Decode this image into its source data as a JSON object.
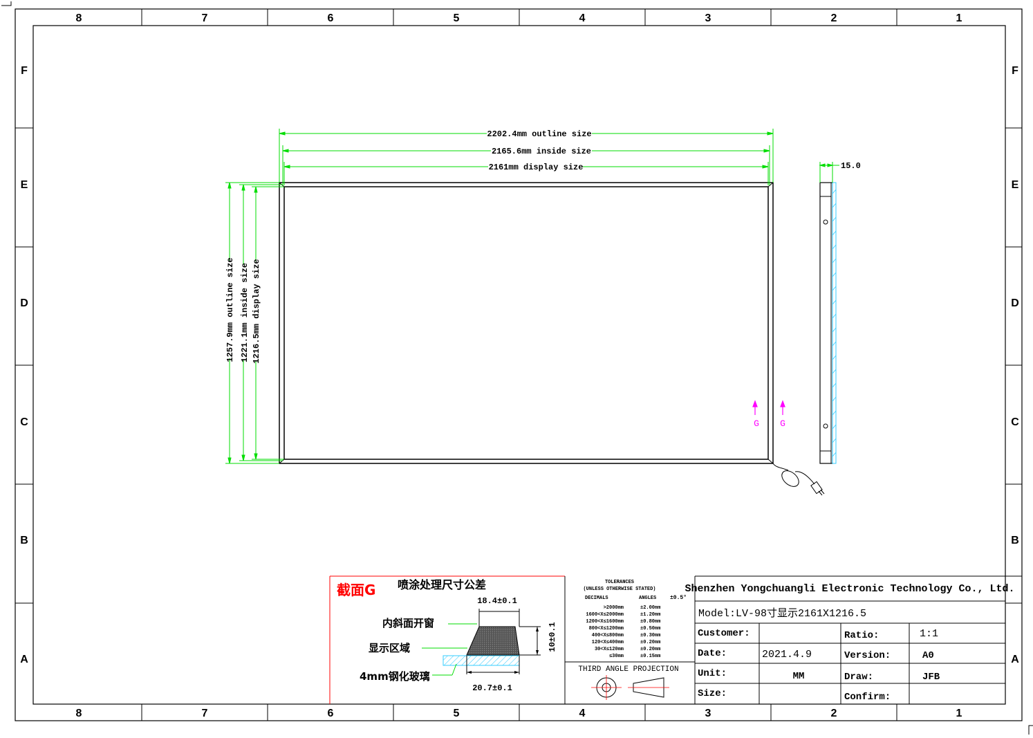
{
  "zones": {
    "columns": [
      "8",
      "7",
      "6",
      "5",
      "4",
      "3",
      "2",
      "1"
    ],
    "rows": [
      "F",
      "E",
      "D",
      "C",
      "B",
      "A"
    ]
  },
  "drawing": {
    "width_dims": [
      {
        "label": "2202.4mm outline size"
      },
      {
        "label": "2165.6mm inside size"
      },
      {
        "label": "2161mm display size"
      }
    ],
    "height_dims": [
      {
        "label": "1257.9mm outline size"
      },
      {
        "label": "1221.1mm inside size"
      },
      {
        "label": "1216.5mm display size"
      }
    ],
    "thickness": "15.0",
    "section_markers": [
      "G",
      "G"
    ]
  },
  "section_detail": {
    "title": "截面G",
    "subtitle": "喷涂处理尺寸公差",
    "top_dim": "18.4±0.1",
    "bottom_dim": "20.7±0.1",
    "side_dim": "10±0.1",
    "labels": [
      "内斜面开窗",
      "显示区域",
      "4mm钢化玻璃"
    ]
  },
  "tolerances": {
    "title": "TOLERANCES",
    "subtitle": "(UNLESS OTHERWISE STATED)",
    "col_decimals": "DECIMALS",
    "col_angles": "ANGLES",
    "angle_value": "±0.5°",
    "rows": [
      {
        "range": ">2000mm",
        "tol": "±2.00mm"
      },
      {
        "range": "1600<X≤2000mm",
        "tol": "±1.20mm"
      },
      {
        "range": "1200<X≤1600mm",
        "tol": "±0.80mm"
      },
      {
        "range": "800<X≤1200mm",
        "tol": "±0.50mm"
      },
      {
        "range": "400<X≤800mm",
        "tol": "±0.30mm"
      },
      {
        "range": "120<X≤400mm",
        "tol": "±0.20mm"
      },
      {
        "range": "30<X≤120mm",
        "tol": "±0.20mm"
      },
      {
        "range": "≤30mm",
        "tol": "±0.15mm"
      }
    ],
    "projection": "THIRD ANGLE PROJECTION"
  },
  "title_block": {
    "company": "Shenzhen Yongchuangli Electronic Technology Co., Ltd.",
    "model": "Model:LV-98寸显示2161X1216.5",
    "customer_label": "Customer:",
    "customer_value": "",
    "ratio_label": "Ratio:",
    "ratio_value": "1:1",
    "date_label": "Date:",
    "date_value": "2021.4.9",
    "version_label": "Version:",
    "version_value": "A0",
    "unit_label": "Unit:",
    "unit_value": "MM",
    "draw_label": "Draw:",
    "draw_value": "JFB",
    "size_label": "Size:",
    "size_value": "",
    "confirm_label": "Confirm:",
    "confirm_value": ""
  },
  "colors": {
    "dimension": "#00dd00",
    "section": "#ff00ff",
    "hatch": "#33ccff",
    "detail_border": "#ff0000"
  }
}
